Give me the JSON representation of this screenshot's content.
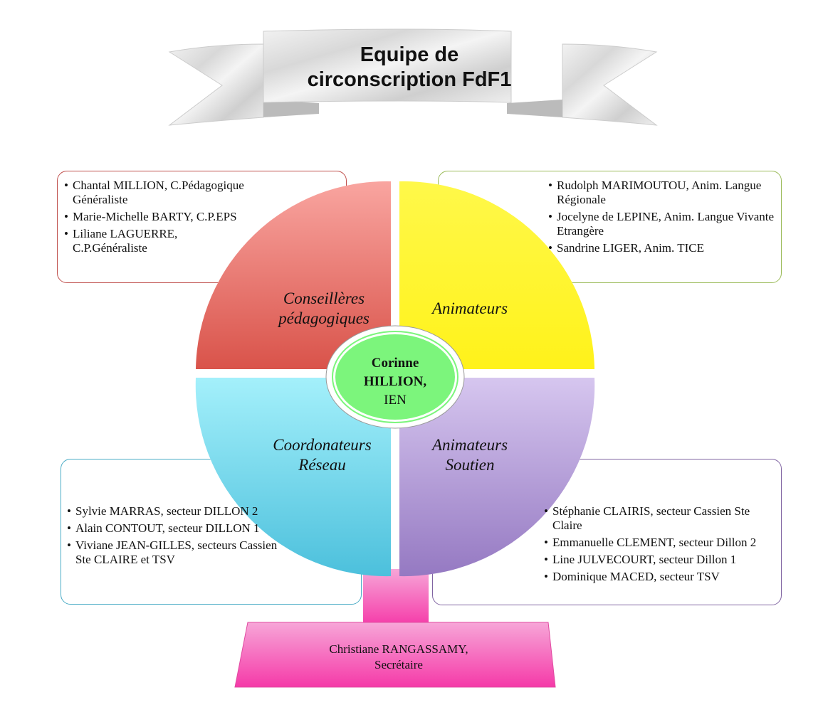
{
  "title": {
    "line1": "Equipe de",
    "line2": "circonscription FdF1"
  },
  "center": {
    "name1": "Corinne",
    "name2": "HILLION,",
    "role": "IEN",
    "color": "#7cf57c"
  },
  "quadrants": [
    {
      "label1": "Conseillères",
      "label2": "pédagogiques",
      "color": "#e06055",
      "items": [
        "Chantal MILLION, C.Pédagogique Généraliste",
        "Marie-Michelle BARTY, C.P.EPS",
        "Liliane LAGUERRE, C.P.Généraliste"
      ]
    },
    {
      "label1": "Animateurs",
      "label2": "",
      "color": "#fff22a",
      "items": [
        "Rudolph MARIMOUTOU, Anim. Langue Régionale",
        "Jocelyne de LEPINE, Anim. Langue Vivante Etrangère",
        "Sandrine LIGER, Anim. TICE"
      ]
    },
    {
      "label1": "Coordonateurs",
      "label2": "Réseau",
      "color": "#8fdff0",
      "items": [
        "Sylvie MARRAS,   secteur DILLON 2",
        "Alain CONTOUT, secteur DILLON 1",
        "Viviane JEAN-GILLES, secteurs Cassien Ste CLAIRE et TSV"
      ]
    },
    {
      "label1": "Animateurs",
      "label2": "Soutien",
      "color": "#b19ad6",
      "items": [
        "Stéphanie CLAIRIS, secteur Cassien Ste Claire",
        "Emmanuelle CLEMENT, secteur Dillon 2",
        "Line JULVECOURT, secteur Dillon 1",
        "Dominique MACED, secteur TSV"
      ]
    }
  ],
  "secretary": {
    "name": "Christiane RANGASSAMY,",
    "role": "Secrétaire",
    "color": "#f760b8"
  }
}
